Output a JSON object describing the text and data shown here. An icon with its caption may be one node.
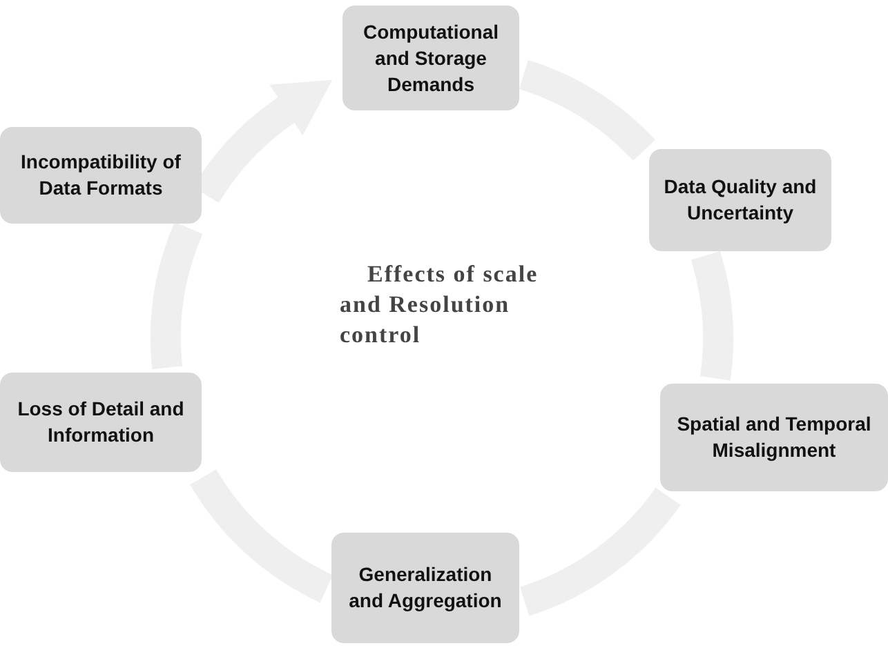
{
  "diagram": {
    "nodes": [
      {
        "text": [
          "Computational and Storage Demands"
        ]
      },
      {
        "text": [
          "Data Quality and Uncertainty"
        ]
      },
      {
        "text": [
          "Spatial and Temporal Misalignment"
        ]
      },
      {
        "text": [
          "Generalization and Aggregation"
        ]
      },
      {
        "text": [
          "Loss of Detail and Information"
        ]
      },
      {
        "text": [
          "Incompatibility of Data Formats"
        ]
      }
    ],
    "edges": [
      {
        "from": 0,
        "to": 1,
        "arrow": "none"
      },
      {
        "from": 1,
        "to": 2,
        "arrow": "none"
      },
      {
        "from": 2,
        "to": 3,
        "arrow": "none"
      },
      {
        "from": 3,
        "to": 4,
        "arrow": "none"
      },
      {
        "from": 4,
        "to": 5,
        "arrow": "none"
      },
      {
        "from": 5,
        "to": 0,
        "arrow": "to"
      }
    ],
    "labels": [
      "Effects of scale and Resolution control"
    ]
  }
}
